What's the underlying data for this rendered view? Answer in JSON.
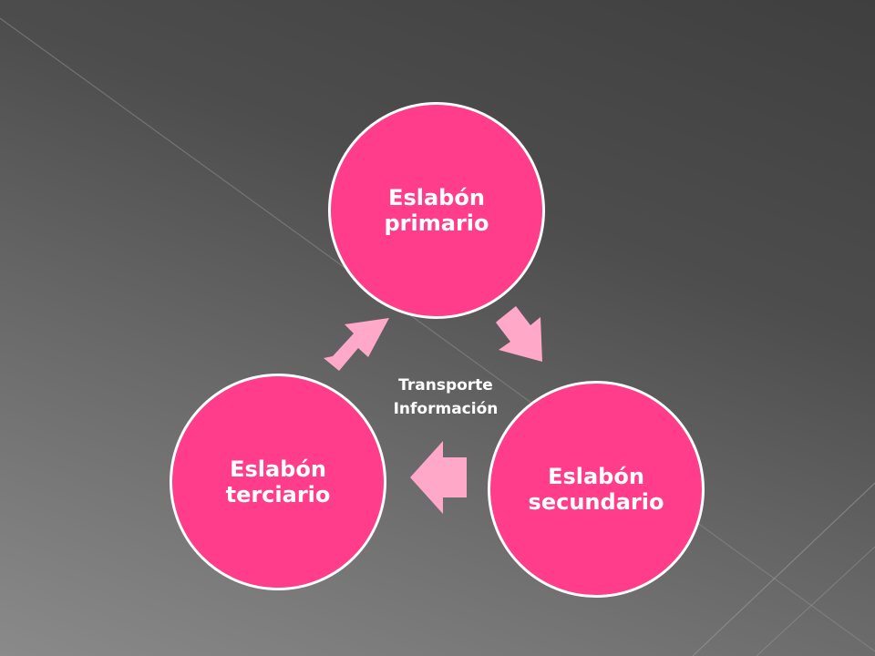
{
  "diagram": {
    "nodes": [
      {
        "id": "primario",
        "label": "Eslabón\nprimario"
      },
      {
        "id": "secundario",
        "label": "Eslabón\nsecundario"
      },
      {
        "id": "terciario",
        "label": "Eslabón\nterciario"
      }
    ],
    "center_label": "Transporte\nInformación",
    "edges": [
      {
        "from": "primario",
        "to": "secundario"
      },
      {
        "from": "secundario",
        "to": "terciario"
      },
      {
        "from": "terciario",
        "to": "primario"
      }
    ]
  },
  "colors": {
    "node_fill": "#ff3d8a",
    "node_border": "#ffffff",
    "arrow_fill": "#ffa8c8",
    "text": "#ffffff"
  }
}
